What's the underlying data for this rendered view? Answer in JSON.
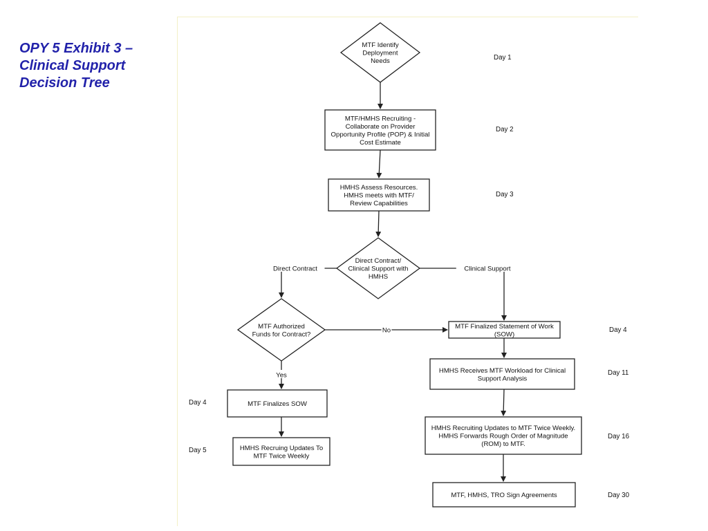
{
  "title": {
    "line1": "OPY 5 Exhibit 3 –",
    "line2": "Clinical Support",
    "line3": "Decision Tree"
  },
  "diagram": {
    "identify_needs": [
      "MTF Identify",
      "Deployment",
      "Needs"
    ],
    "recruiting_pop": [
      "MTF/HMHS Recruiting -",
      "Collaborate on Provider",
      "Opportunity Profile (POP) & Initial",
      "Cost Estimate"
    ],
    "assess_resources": [
      "HMHS Assess Resources.",
      "HMHS meets with MTF/",
      "Review Capabilities"
    ],
    "contract_decision": [
      "Direct Contract/",
      "Clinical Support with",
      "HMHS"
    ],
    "funds_decision": [
      "MTF Authorized",
      "Funds for Contract?"
    ],
    "mtf_finalizes_sow": [
      "MTF Finalizes SOW"
    ],
    "hmhs_updates_left": [
      "HMHS Recruing Updates To",
      "MTF Twice Weekly"
    ],
    "finalized_sow": [
      "MTF Finalized Statement of Work",
      "(SOW)"
    ],
    "receives_workload": [
      "HMHS Receives MTF Workload for Clinical",
      "Support Analysis"
    ],
    "recruiting_updates_right": [
      "HMHS Recruiting Updates to MTF Twice Weekly.",
      "HMHS Forwards Rough Order of Magnitude",
      "(ROM) to MTF."
    ],
    "sign_agreements": [
      "MTF, HMHS, TRO Sign Agreements"
    ],
    "edge_labels": {
      "direct_contract": "Direct Contract",
      "clinical_support": "Clinical Support",
      "no": "No",
      "yes": "Yes"
    },
    "days": {
      "identify": "Day 1",
      "recruiting": "Day 2",
      "assess": "Day 3",
      "finalized_sow": "Day 4",
      "workload": "Day 11",
      "ru_right": "Day 16",
      "sign": "Day 30",
      "finalizes_sow_left": "Day 4",
      "updates_left": "Day 5"
    }
  },
  "colors": {
    "title": "#2222aa",
    "stroke": "#222222",
    "panel_border": "#f3f0c6"
  }
}
